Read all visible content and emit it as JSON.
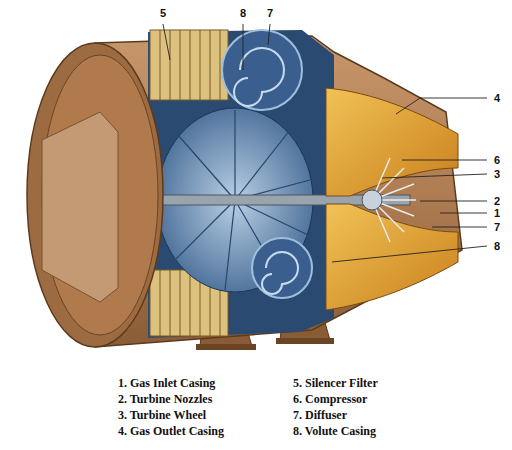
{
  "diagram": {
    "labels": [
      "5",
      "8",
      "7",
      "4",
      "6",
      "3",
      "2",
      "1",
      "7",
      "8",
      "1. Gas Inlet Casing",
      "2. Turbine Nozzles",
      "3. Turbine Wheel",
      "4. Gas Outlet Casing",
      "5. Silencer Filter",
      "6. Compressor",
      "7. Diffuser",
      "8. Volute Casing"
    ]
  }
}
